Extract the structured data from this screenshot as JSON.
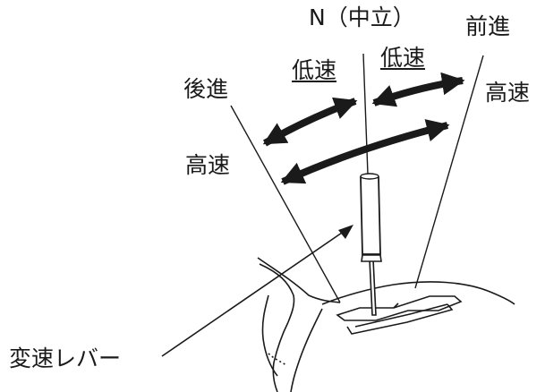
{
  "labels": {
    "neutral": "N（中立）",
    "forward": "前進",
    "reverse": "後進",
    "low_speed_reverse": "低速",
    "low_speed_forward": "低速",
    "high_speed_forward": "高速",
    "high_speed_reverse": "高速",
    "shift_lever": "変速レバー"
  },
  "colors": {
    "ink": "#1a1a1a",
    "background": "#ffffff"
  }
}
